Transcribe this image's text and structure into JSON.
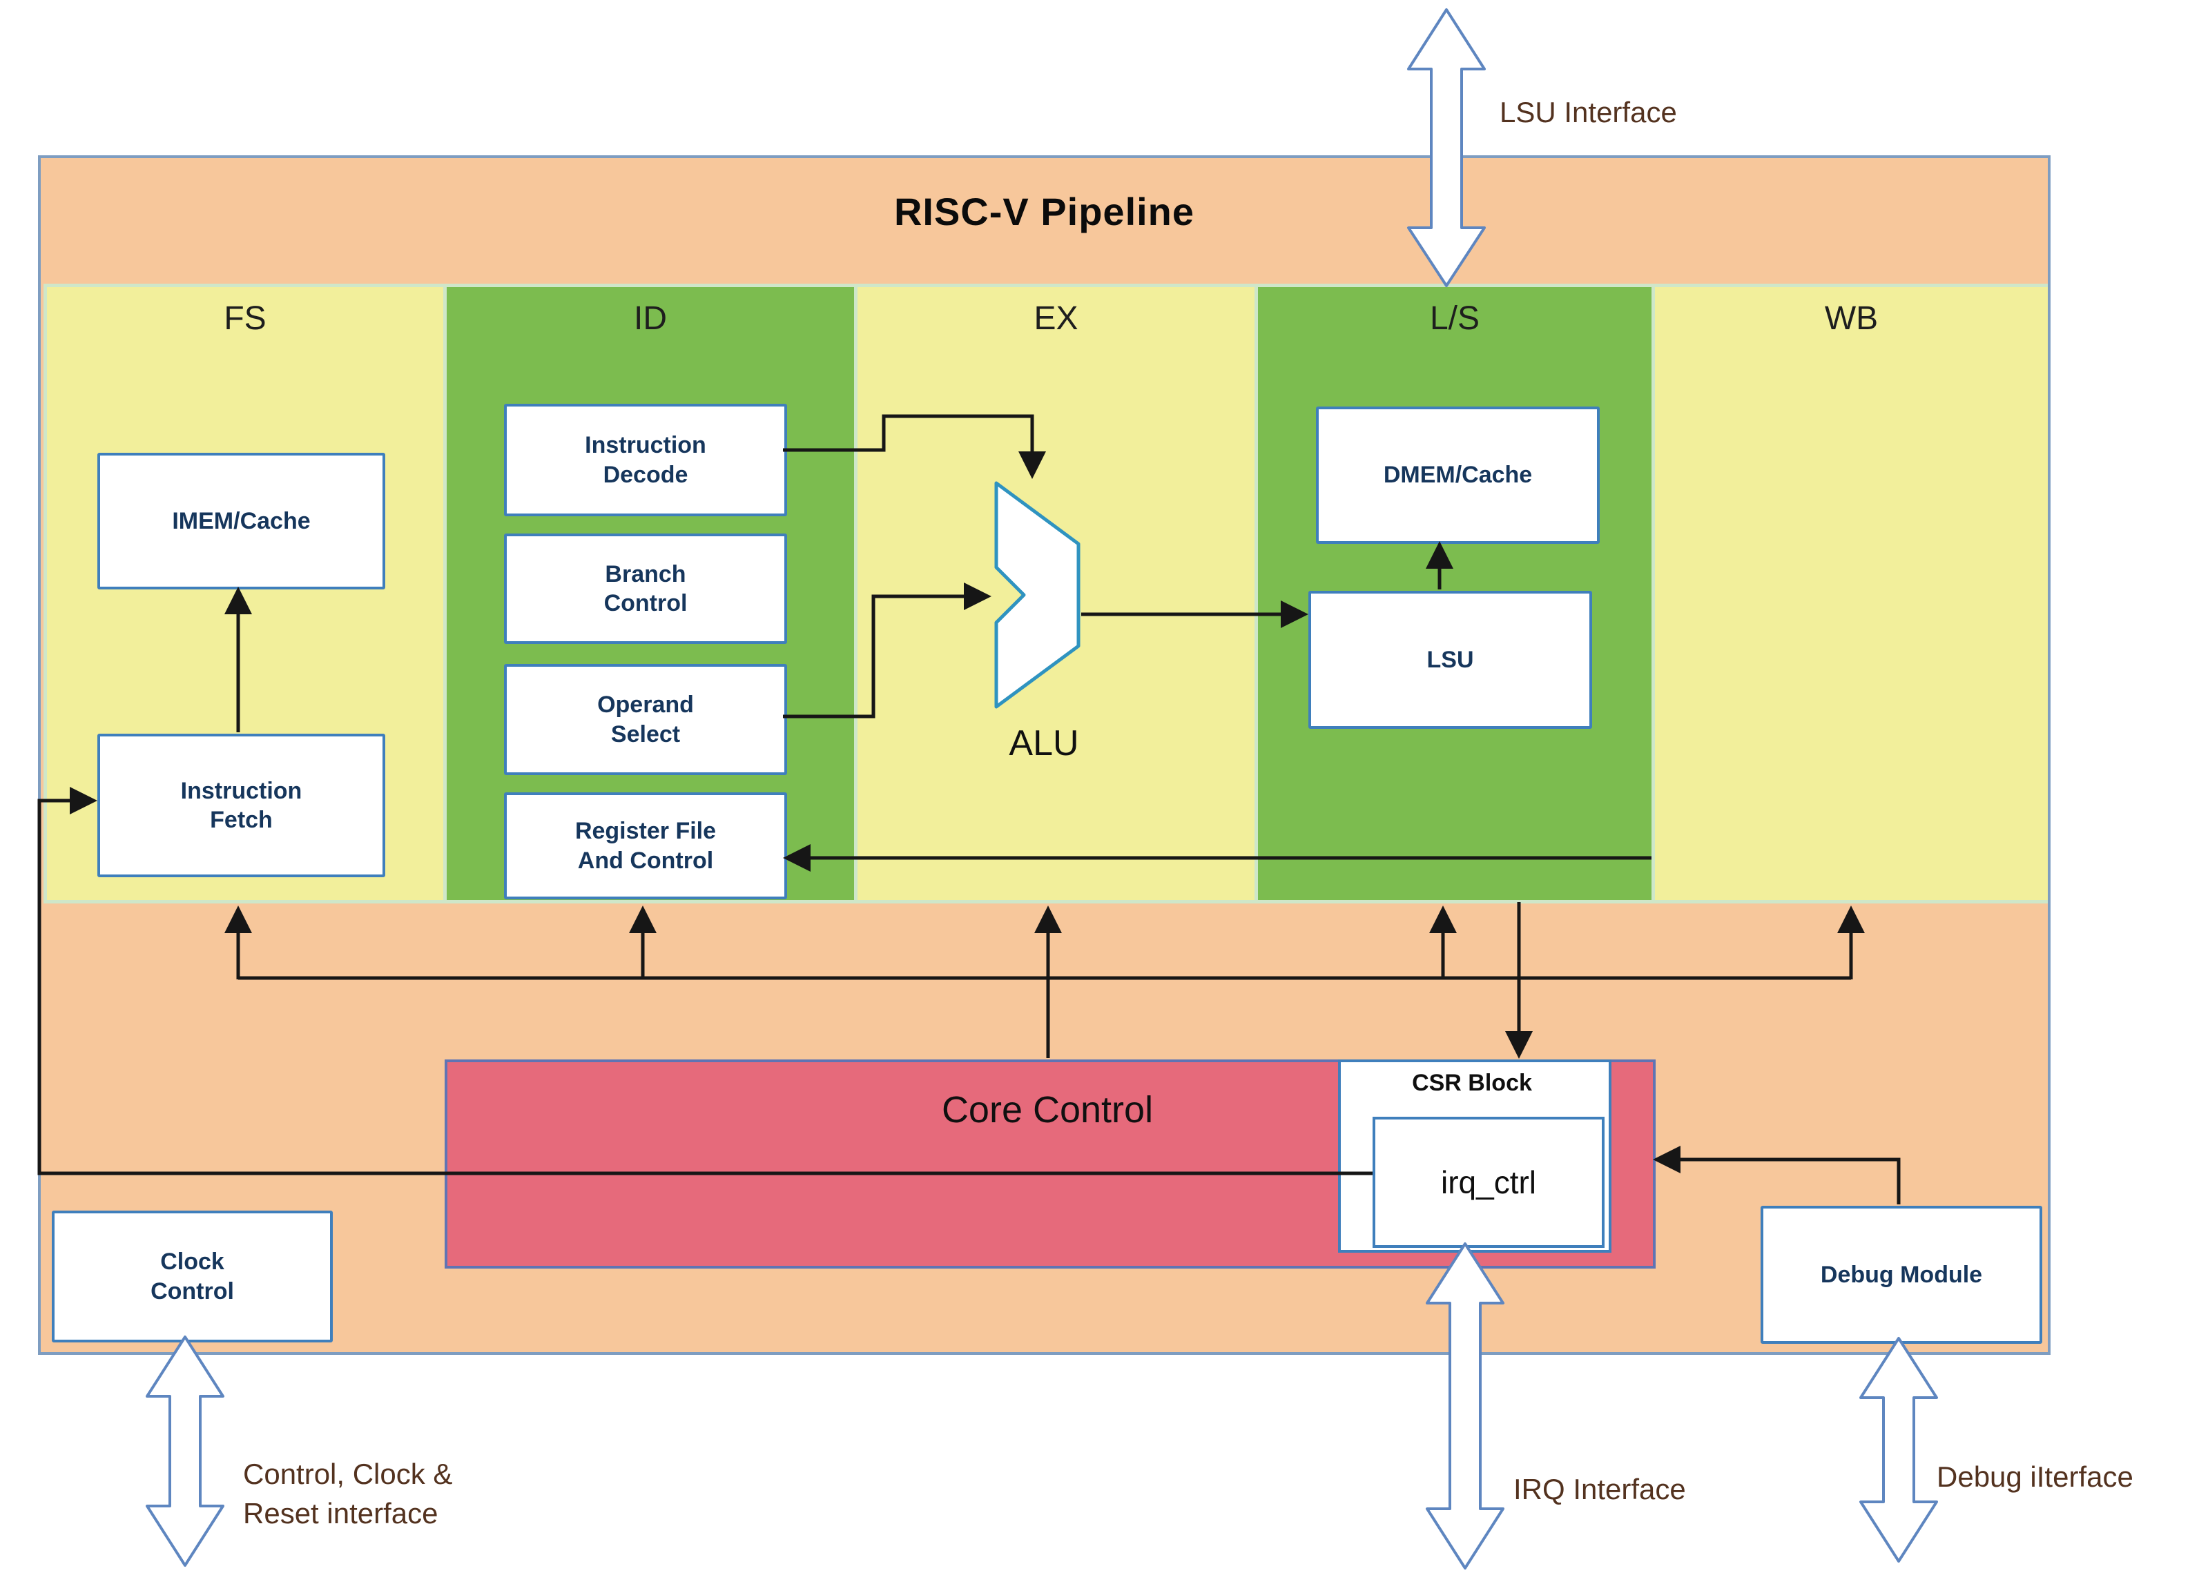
{
  "diagram": {
    "title": "RISC-V Pipeline",
    "stages": [
      {
        "id": "fs",
        "label": "FS",
        "color": "#F2EF9B"
      },
      {
        "id": "id",
        "label": "ID",
        "color": "#7CBC4F"
      },
      {
        "id": "ex",
        "label": "EX",
        "color": "#F2EF9B"
      },
      {
        "id": "ls",
        "label": "L/S",
        "color": "#7CBC4F"
      },
      {
        "id": "wb",
        "label": "WB",
        "color": "#F2EF9B"
      }
    ],
    "blocks": {
      "imem": "IMEM/Cache",
      "ifetch": "Instruction\nFetch",
      "idecode": "Instruction\nDecode",
      "branch": "Branch\nControl",
      "operand": "Operand\nSelect",
      "regfile": "Register File\nAnd Control",
      "alu": "ALU",
      "dmem": "DMEM/Cache",
      "lsu": "LSU",
      "core_control": "Core Control",
      "csr": "CSR Block",
      "irq": "irq_ctrl",
      "clock": "Clock\nControl",
      "debug": "Debug Module"
    },
    "interfaces": {
      "lsu": "LSU Interface",
      "clock_reset": "Control, Clock &\nReset interface",
      "irq": "IRQ Interface",
      "debug": "Debug iIterface"
    },
    "colors": {
      "header_fill": "#F7C79B",
      "outer_border": "#7E9DC1",
      "stage_yellow": "#F2EF9B",
      "stage_green": "#7CBC4F",
      "divider": "#CFE7C9",
      "core_control_fill": "#E66A7B",
      "core_control_border": "#5F74B4",
      "box_border": "#3F7FBC",
      "box_text": "#16365C",
      "alu_border": "#2F93C0",
      "connector": "#161616",
      "big_arrow_outline": "#5E86C0",
      "interface_label": "#53321F"
    }
  }
}
